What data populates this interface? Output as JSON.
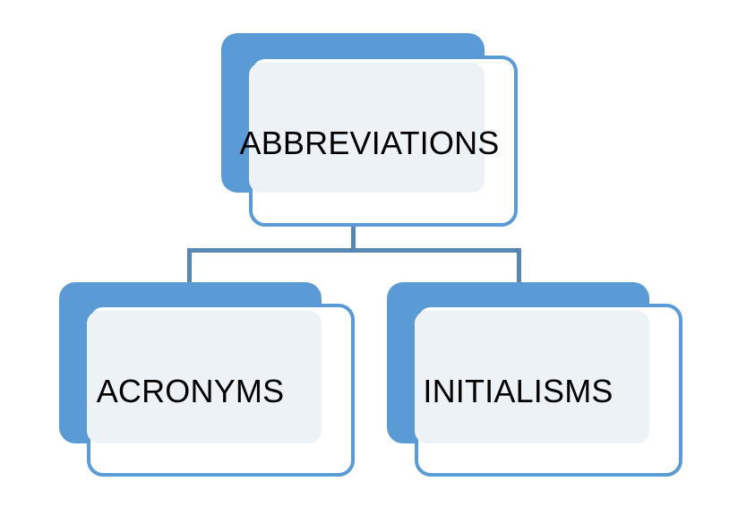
{
  "diagram": {
    "type": "hierarchy-tree",
    "background_color": "#FFFFFF",
    "accent_color": "#5B9BD5",
    "inner_fill_color": "#EDF2F7",
    "connector_color": "#5887B4",
    "text_color": "#000000",
    "nodes": {
      "root": {
        "label": "ABBREVIATIONS"
      },
      "children": [
        {
          "label": "ACRONYMS"
        },
        {
          "label": "INITIALISMS"
        }
      ]
    },
    "connectors": [
      {
        "name": "root-to-branch-stem"
      },
      {
        "name": "branch-horizontal-bar"
      },
      {
        "name": "branch-to-left-child"
      },
      {
        "name": "branch-to-right-child"
      }
    ]
  }
}
